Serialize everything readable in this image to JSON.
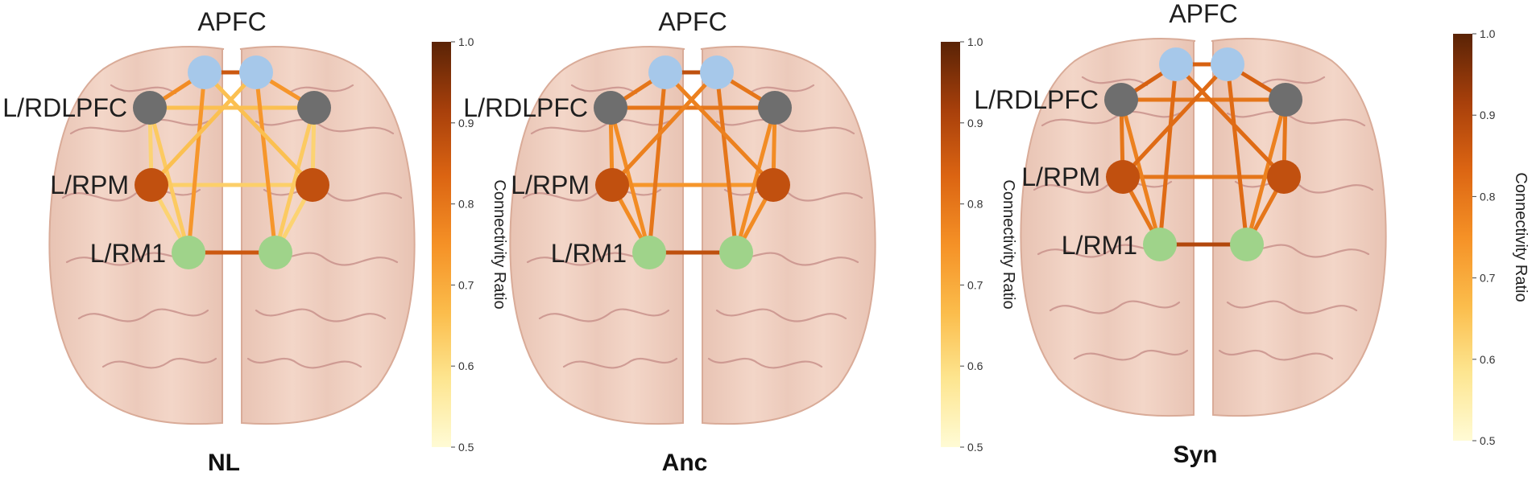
{
  "colorbar": {
    "title": "Connectivity Ratio",
    "min": 0.5,
    "max": 1.0,
    "ticks": [
      "1.0",
      "0.9",
      "0.8",
      "0.7",
      "0.6",
      "0.5"
    ],
    "colors": [
      "#fffbd5",
      "#fde58f",
      "#fbbd4c",
      "#f59126",
      "#db6412",
      "#a8400b",
      "#5a2306"
    ]
  },
  "roi_colors": {
    "apfc": "#a6c8ea",
    "dlpfc": "#6e6e6e",
    "pm": "#c1500f",
    "m1": "#9fd38a"
  },
  "panels": [
    {
      "condition": "NL",
      "labels": {
        "apfc": "APFC",
        "dlpfc": "L/RDLPFC",
        "pm": "L/RPM",
        "m1": "L/RM1"
      },
      "edges": [
        {
          "from": "LAPFC",
          "to": "RAPFC",
          "value": 0.86
        },
        {
          "from": "LDLPFC",
          "to": "RDLPFC",
          "value": 0.66
        },
        {
          "from": "LPM",
          "to": "RPM",
          "value": 0.63
        },
        {
          "from": "LM1",
          "to": "RM1",
          "value": 0.86
        },
        {
          "from": "LAPFC",
          "to": "LDLPFC",
          "value": 0.76
        },
        {
          "from": "RAPFC",
          "to": "RDLPFC",
          "value": 0.74
        },
        {
          "from": "LAPFC",
          "to": "LM1",
          "value": 0.74
        },
        {
          "from": "RAPFC",
          "to": "RM1",
          "value": 0.74
        },
        {
          "from": "LDLPFC",
          "to": "LPM",
          "value": 0.62
        },
        {
          "from": "RDLPFC",
          "to": "RPM",
          "value": 0.62
        },
        {
          "from": "LDLPFC",
          "to": "LM1",
          "value": 0.64
        },
        {
          "from": "RDLPFC",
          "to": "RM1",
          "value": 0.64
        },
        {
          "from": "LPM",
          "to": "LM1",
          "value": 0.62
        },
        {
          "from": "RPM",
          "to": "RM1",
          "value": 0.62
        },
        {
          "from": "LAPFC",
          "to": "RPM",
          "value": 0.66
        },
        {
          "from": "RAPFC",
          "to": "LPM",
          "value": 0.66
        }
      ]
    },
    {
      "condition": "Anc",
      "labels": {
        "apfc": "APFC",
        "dlpfc": "L/RDLPFC",
        "pm": "L/RPM",
        "m1": "L/RM1"
      },
      "edges": [
        {
          "from": "LAPFC",
          "to": "RAPFC",
          "value": 0.88
        },
        {
          "from": "LDLPFC",
          "to": "RDLPFC",
          "value": 0.8
        },
        {
          "from": "LPM",
          "to": "RPM",
          "value": 0.74
        },
        {
          "from": "LM1",
          "to": "RM1",
          "value": 0.88
        },
        {
          "from": "LAPFC",
          "to": "LDLPFC",
          "value": 0.8
        },
        {
          "from": "RAPFC",
          "to": "RDLPFC",
          "value": 0.8
        },
        {
          "from": "LAPFC",
          "to": "LM1",
          "value": 0.8
        },
        {
          "from": "RAPFC",
          "to": "RM1",
          "value": 0.8
        },
        {
          "from": "LDLPFC",
          "to": "LPM",
          "value": 0.76
        },
        {
          "from": "RDLPFC",
          "to": "RPM",
          "value": 0.76
        },
        {
          "from": "LDLPFC",
          "to": "LM1",
          "value": 0.76
        },
        {
          "from": "RDLPFC",
          "to": "RM1",
          "value": 0.76
        },
        {
          "from": "LPM",
          "to": "LM1",
          "value": 0.76
        },
        {
          "from": "RPM",
          "to": "RM1",
          "value": 0.76
        },
        {
          "from": "LAPFC",
          "to": "RPM",
          "value": 0.78
        },
        {
          "from": "RAPFC",
          "to": "LPM",
          "value": 0.78
        }
      ]
    },
    {
      "condition": "Syn",
      "labels": {
        "apfc": "APFC",
        "dlpfc": "L/RDLPFC",
        "pm": "L/RPM",
        "m1": "L/RM1"
      },
      "edges": [
        {
          "from": "LAPFC",
          "to": "RAPFC",
          "value": 0.84
        },
        {
          "from": "LDLPFC",
          "to": "RDLPFC",
          "value": 0.8
        },
        {
          "from": "LPM",
          "to": "RPM",
          "value": 0.8
        },
        {
          "from": "LM1",
          "to": "RM1",
          "value": 0.9
        },
        {
          "from": "LAPFC",
          "to": "LDLPFC",
          "value": 0.84
        },
        {
          "from": "RAPFC",
          "to": "RDLPFC",
          "value": 0.84
        },
        {
          "from": "LAPFC",
          "to": "LM1",
          "value": 0.82
        },
        {
          "from": "RAPFC",
          "to": "RM1",
          "value": 0.82
        },
        {
          "from": "LDLPFC",
          "to": "LPM",
          "value": 0.8
        },
        {
          "from": "RDLPFC",
          "to": "RPM",
          "value": 0.8
        },
        {
          "from": "LDLPFC",
          "to": "LM1",
          "value": 0.78
        },
        {
          "from": "RDLPFC",
          "to": "RM1",
          "value": 0.78
        },
        {
          "from": "LPM",
          "to": "LM1",
          "value": 0.8
        },
        {
          "from": "RPM",
          "to": "RM1",
          "value": 0.8
        },
        {
          "from": "LAPFC",
          "to": "RPM",
          "value": 0.82
        },
        {
          "from": "RAPFC",
          "to": "LPM",
          "value": 0.82
        }
      ]
    }
  ]
}
